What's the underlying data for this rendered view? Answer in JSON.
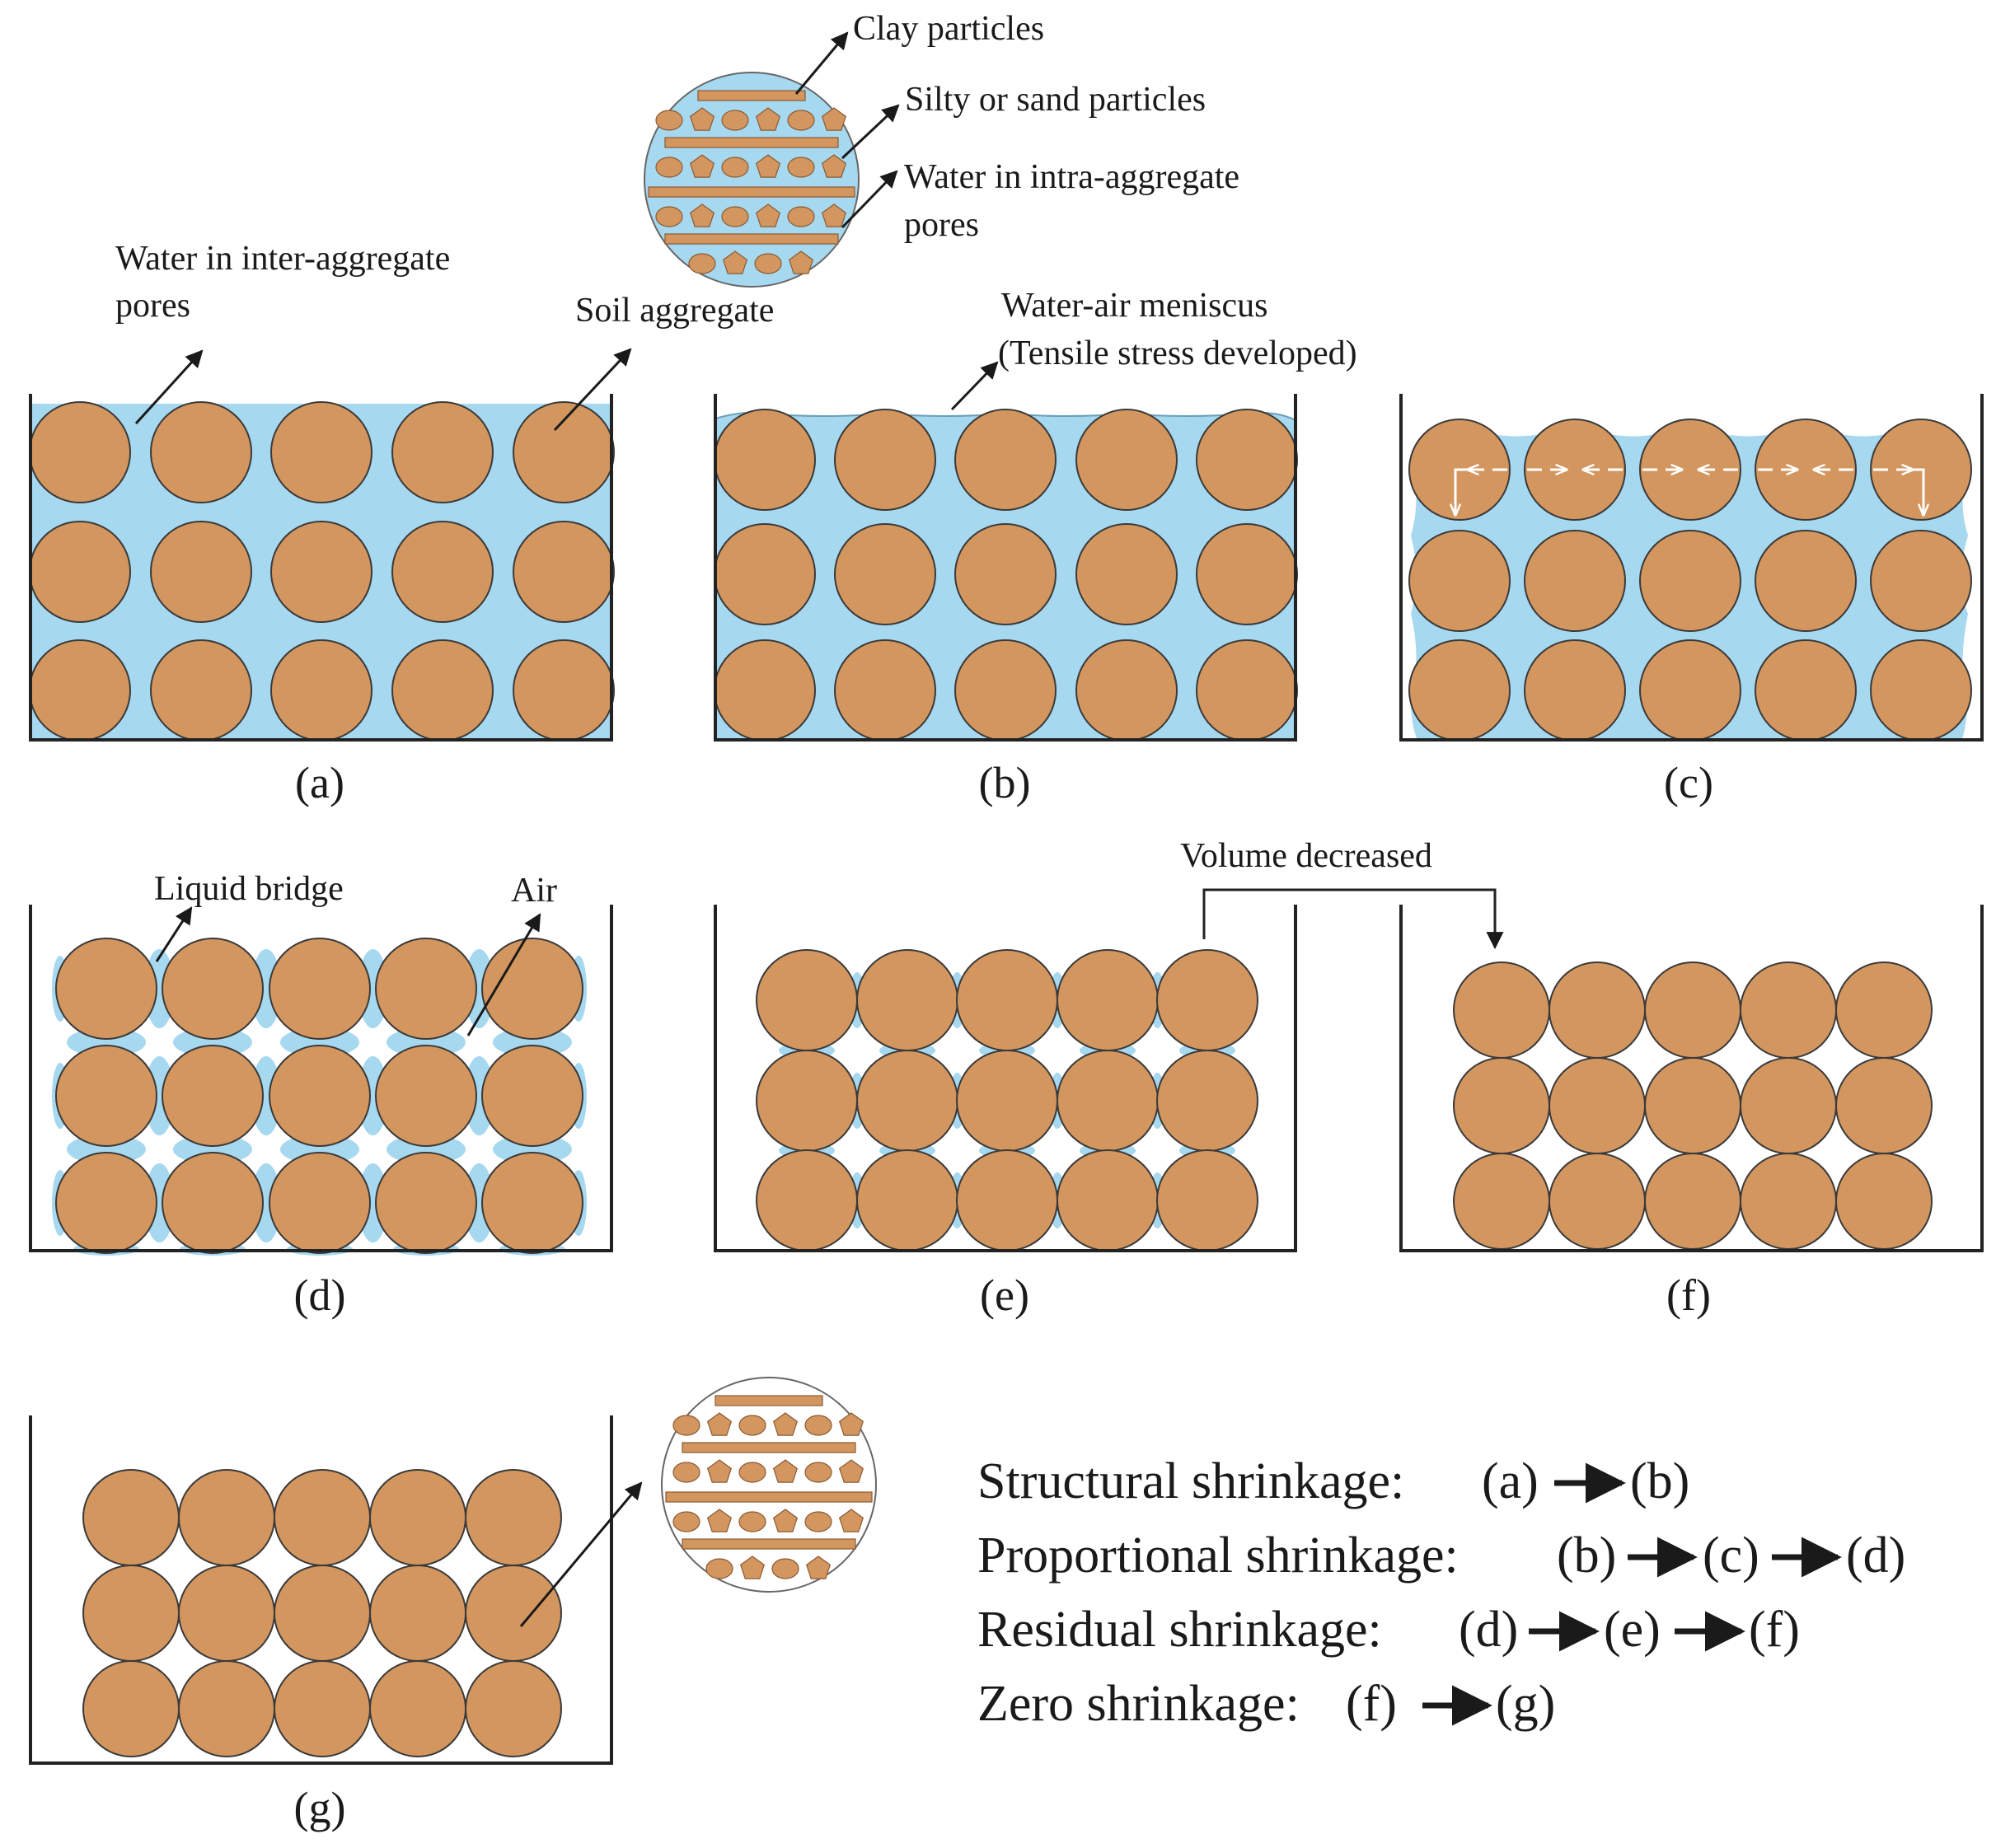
{
  "colors": {
    "water": "#a6d8f0",
    "aggregate": "#d4965f",
    "outline": "#3a3a3a",
    "container": "#222222",
    "stress_arrow": "#ffffff"
  },
  "zoom_callout": {
    "clay_particles": "Clay particles",
    "silty_sand_particles": "Silty or sand particles",
    "intra_water_line1": "Water in intra-aggregate",
    "intra_water_line2": "pores"
  },
  "labels": {
    "inter_water_line1": "Water in inter-aggregate",
    "inter_water_line2": "pores",
    "soil_aggregate": "Soil aggregate",
    "meniscus_line1": "Water-air meniscus",
    "meniscus_line2": "(Tensile stress developed)",
    "liquid_bridge": "Liquid bridge",
    "air": "Air",
    "volume_decreased": "Volume decreased"
  },
  "panels": [
    "(a)",
    "(b)",
    "(c)",
    "(d)",
    "(e)",
    "(f)",
    "(g)"
  ],
  "legend": [
    {
      "name": "Structural shrinkage:",
      "stages": [
        "(a)",
        "(b)"
      ]
    },
    {
      "name": "Proportional shrinkage:",
      "stages": [
        "(b)",
        "(c)",
        "(d)"
      ]
    },
    {
      "name": "Residual shrinkage:",
      "stages": [
        "(d)",
        "(e)",
        "(f)"
      ]
    },
    {
      "name": "Zero shrinkage:",
      "stages": [
        "(f)",
        "(g)"
      ]
    }
  ]
}
